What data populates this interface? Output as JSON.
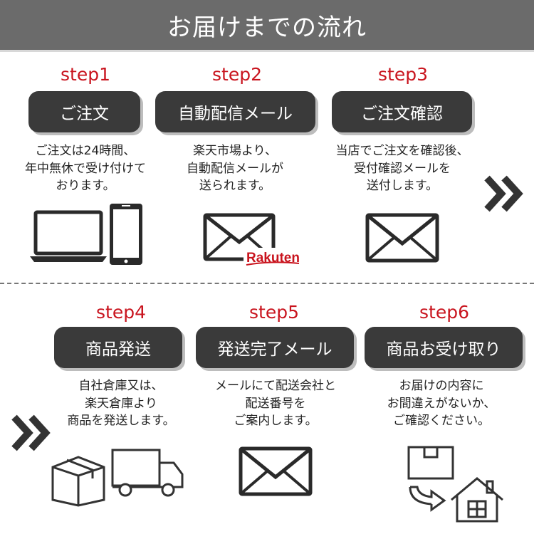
{
  "header": {
    "title": "お届けまでの流れ"
  },
  "colors": {
    "header_bg": "#6b6b6b",
    "step_label": "#c9141e",
    "pill_bg": "#3a3a3a",
    "icon": "#2a2a2a",
    "rakuten_red": "#c9141e"
  },
  "steps": [
    {
      "label": "step1",
      "title": "ご注文",
      "desc": [
        "ご注文は24時間、",
        "年中無休で受け付けて",
        "おります。"
      ],
      "icon": "laptop-phone-icon"
    },
    {
      "label": "step2",
      "title": "自動配信メール",
      "desc": [
        "楽天市場より、",
        "自動配信メールが",
        "送られます。"
      ],
      "icon": "envelope-rakuten-icon",
      "logo_text": "Rakuten"
    },
    {
      "label": "step3",
      "title": "ご注文確認",
      "desc": [
        "当店でご注文を確認後、",
        "受付確認メールを",
        "送付します。"
      ],
      "icon": "envelope-icon"
    },
    {
      "label": "step4",
      "title": "商品発送",
      "desc": [
        "自社倉庫又は、",
        "楽天倉庫より",
        "商品を発送します。"
      ],
      "icon": "box-truck-icon"
    },
    {
      "label": "step5",
      "title": "発送完了メール",
      "desc": [
        "メールにて配送会社と",
        "配送番号を",
        "ご案内します。"
      ],
      "icon": "envelope-icon"
    },
    {
      "label": "step6",
      "title": "商品お受け取り",
      "desc": [
        "お届けの内容に",
        "お間違えがないか、",
        "ご確認ください。"
      ],
      "icon": "box-house-icon"
    }
  ],
  "arrows": [
    "double-chevron-right-icon",
    "double-chevron-right-icon"
  ]
}
